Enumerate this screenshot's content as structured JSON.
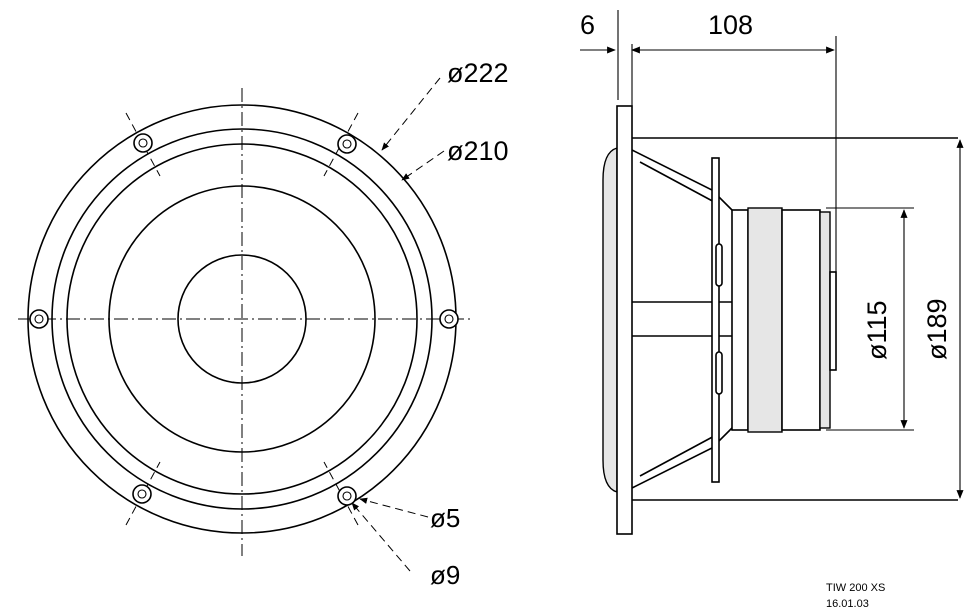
{
  "drawing": {
    "front_view": {
      "outer_diameter_label": "ø222",
      "hole_circle_label": "ø210",
      "hole_small_label": "ø5",
      "hole_large_label": "ø9"
    },
    "side_view": {
      "flange_thickness_label": "6",
      "depth_label": "108",
      "magnet_diameter_label": "ø115",
      "cutout_diameter_label": "ø189"
    },
    "caption": {
      "model": "TIW 200 XS",
      "date": "16.01.03"
    }
  }
}
